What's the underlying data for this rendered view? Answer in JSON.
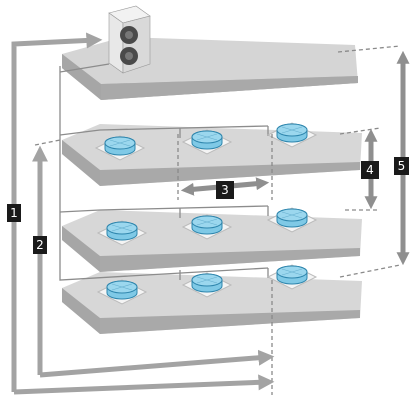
{
  "labels": {
    "l1": "1",
    "l2": "2",
    "l3": "3",
    "l4": "4",
    "l5": "5"
  },
  "colors": {
    "slab_top": "#d5d5d5",
    "slab_front": "#a9a9a9",
    "slab_side": "#8e8e8e",
    "arrow": "#a3a3a3",
    "unit_fill": "#7fc9e6",
    "unit_stroke": "#2f86ad",
    "label_bg": "#1a1a1a",
    "dashed": "#8a8a8a"
  },
  "icons": {
    "outdoor_unit": "outdoor-unit-icon",
    "indoor_unit": "cassette-indoor-unit-icon"
  }
}
